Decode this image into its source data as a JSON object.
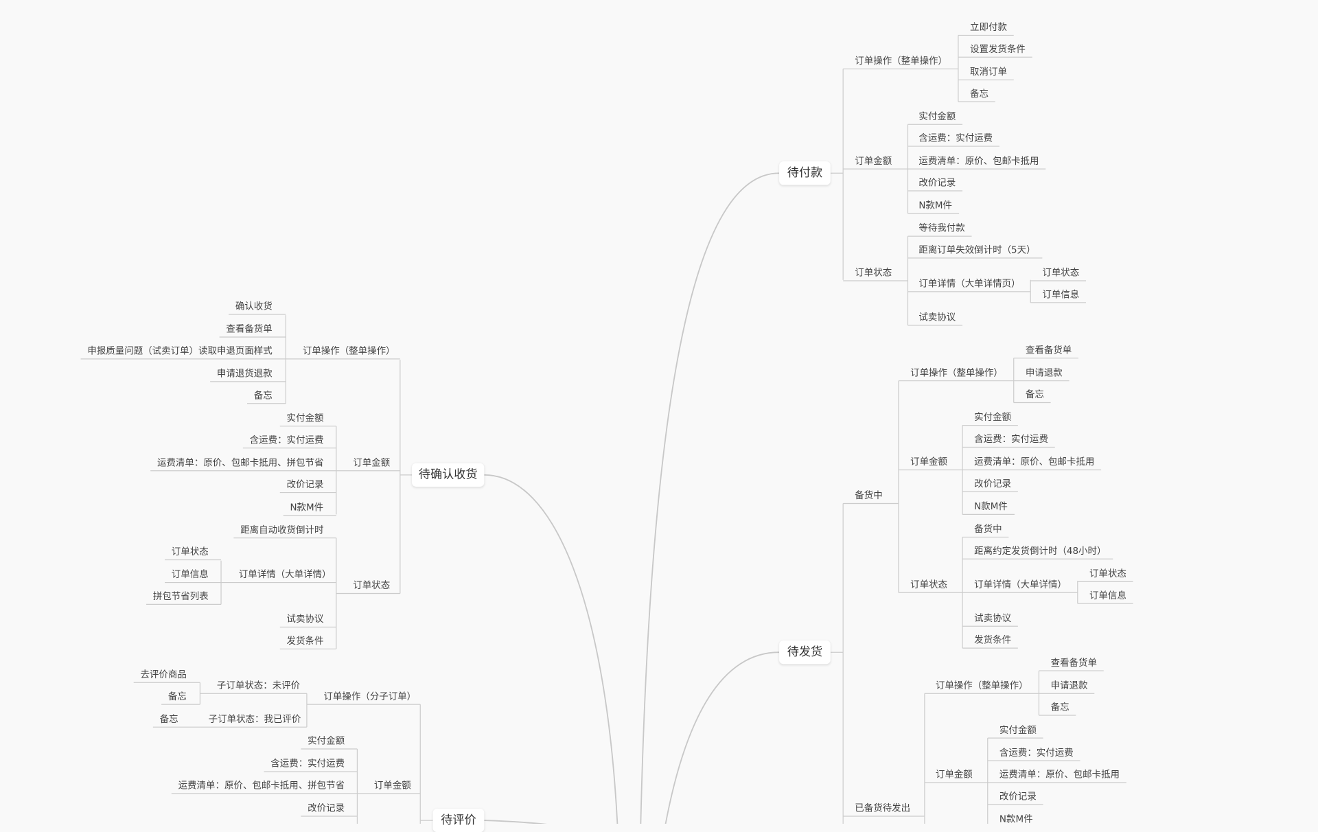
{
  "pending_payment": {
    "title": "待付款",
    "ops": {
      "label": "订单操作（整单操作）",
      "items": [
        "立即付款",
        "设置发货条件",
        "取消订单",
        "备忘"
      ]
    },
    "amount": {
      "label": "订单金额",
      "items": [
        "实付金额",
        "含运费：实付运费",
        "运费清单：原价、包邮卡抵用",
        "改价记录",
        "N款M件"
      ]
    },
    "status": {
      "label": "订单状态",
      "items": [
        "等待我付款",
        "距离订单失效倒计时（5天）"
      ],
      "detail": {
        "label": "订单详情（大单详情页）",
        "items": [
          "订单状态",
          "订单信息"
        ]
      },
      "trial": "试卖协议"
    }
  },
  "to_ship": {
    "title": "待发货",
    "stocking": {
      "label": "备货中",
      "ops": {
        "label": "订单操作（整单操作）",
        "items": [
          "查看备货单",
          "申请退款",
          "备忘"
        ]
      },
      "amount": {
        "label": "订单金额",
        "items": [
          "实付金额",
          "含运费：实付运费",
          "运费清单：原价、包邮卡抵用",
          "改价记录",
          "N款M件"
        ]
      },
      "status": {
        "label": "订单状态",
        "items": [
          "备货中",
          "距离约定发货倒计时（48小时）"
        ],
        "detail": {
          "label": "订单详情（大单详情）",
          "items": [
            "订单状态",
            "订单信息"
          ]
        },
        "trial": "试卖协议",
        "terms": "发货条件"
      }
    },
    "ready": {
      "label": "已备货待发出",
      "ops": {
        "label": "订单操作（整单操作）",
        "items": [
          "查看备货单",
          "申请退款",
          "备忘"
        ]
      },
      "amount": {
        "label": "订单金额",
        "items": [
          "实付金额",
          "含运费：实付运费",
          "运费清单：原价、包邮卡抵用",
          "改价记录",
          "N款M件"
        ]
      }
    }
  },
  "to_confirm": {
    "title": "待确认收货",
    "ops": {
      "label": "订单操作（整单操作）",
      "items": [
        "确认收货",
        "查看备货单",
        "申报质量问题（试卖订单）读取申退页面样式",
        "申请退货退款",
        "备忘"
      ]
    },
    "amount": {
      "label": "订单金额",
      "items": [
        "实付金额",
        "含运费：实付运费",
        "运费清单：原价、包邮卡抵用、拼包节省",
        "改价记录",
        "N款M件"
      ]
    },
    "status": {
      "label": "订单状态",
      "items": [
        "距离自动收货倒计时"
      ],
      "detail": {
        "label": "订单详情（大单详情）",
        "items": [
          "订单状态",
          "订单信息",
          "拼包节省列表"
        ]
      },
      "trial": "试卖协议",
      "terms": "发货条件"
    }
  },
  "to_review": {
    "title": "待评价",
    "ops": {
      "label": "订单操作（分子订单）",
      "unrated": {
        "label": "子订单状态：未评价",
        "items": [
          "去评价商品",
          "备忘"
        ]
      },
      "rated": {
        "label": "子订单状态：我已评价",
        "items": [
          "备忘"
        ]
      }
    },
    "amount": {
      "label": "订单金额",
      "items": [
        "实付金额",
        "含运费：实付运费",
        "运费清单：原价、包邮卡抵用、拼包节省",
        "改价记录"
      ]
    }
  },
  "colors": {
    "line": "#cccccc",
    "curve": "#c8c8c8",
    "text": "#444444",
    "background": "#f9f9f9"
  }
}
